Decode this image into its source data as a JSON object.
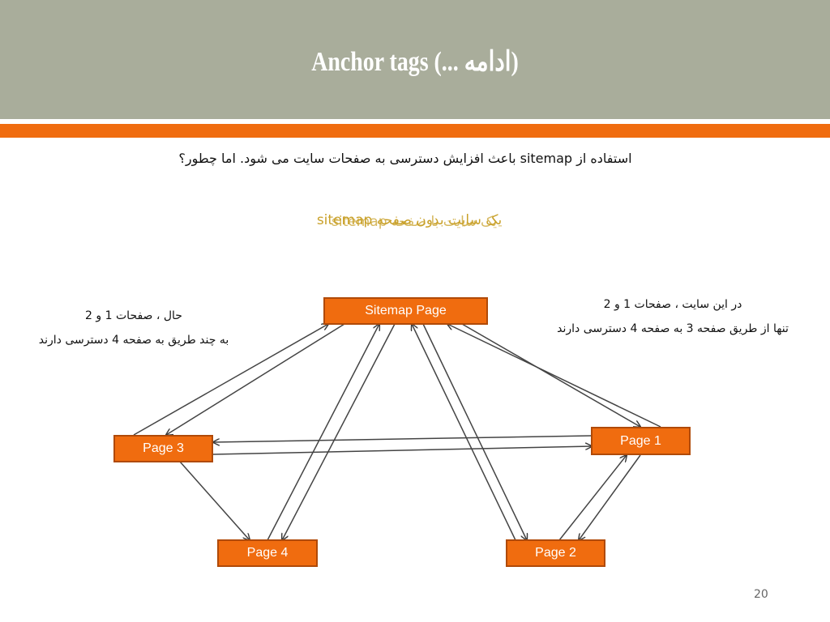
{
  "slide": {
    "title": "(ادامه ...) Anchor tags",
    "subtitle": "استفاده از sitemap باعث افزایش دسترسی به صفحات سایت می شود. اما چطور؟",
    "overlap_text_1": "یک سایت بدون صفحه sitemap",
    "overlap_text_2": "یک سایت با صفحه sitemap",
    "note_left": [
      "حال ، صفحات 1 و 2",
      "به چند طریق به صفحه 4 دسترسی دارند"
    ],
    "note_right": [
      "در این سایت ، صفحات 1 و 2",
      "تنها از طریق صفحه 3 به صفحه 4 دسترسی دارند"
    ],
    "page_number": "20"
  },
  "diagram": {
    "nodes": {
      "sitemap": "Sitemap Page",
      "page1": "Page 1",
      "page2": "Page 2",
      "page3": "Page 3",
      "page4": "Page 4"
    }
  },
  "colors": {
    "header": "#a9ad9b",
    "accent": "#f06c0f",
    "highlight_text": "#c9a12a"
  }
}
